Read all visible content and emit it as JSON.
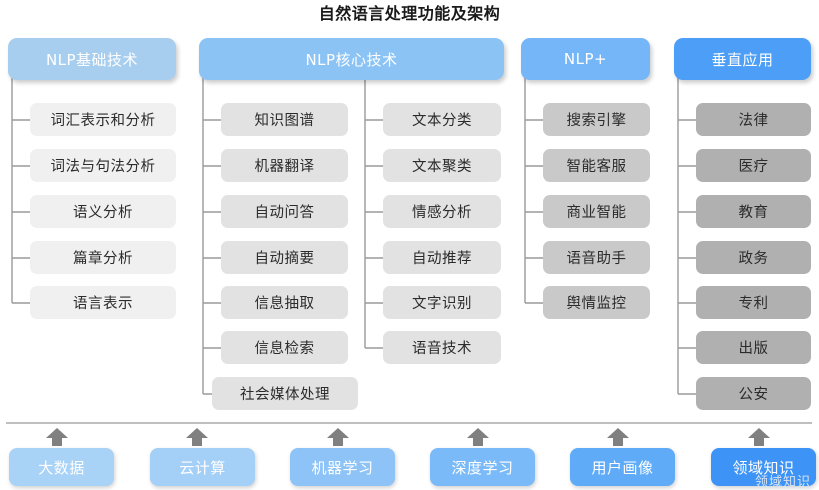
{
  "title": "自然语言处理功能及架构",
  "columns": [
    {
      "id": "nlp-basic",
      "header": "NLP基础技术",
      "header_color": "#a8ceef",
      "item_color": "#f0f0f0",
      "items": [
        "词汇表示和分析",
        "词法与句法分析",
        "语义分析",
        "篇章分析",
        "语言表示"
      ]
    },
    {
      "id": "nlp-core",
      "header": "NLP核心技术",
      "header_color": "#8cc3f5",
      "item_color": "#e2e2e2",
      "items": [
        "知识图谱",
        "机器翻译",
        "自动问答",
        "自动摘要",
        "信息抽取",
        "信息检索",
        "社会媒体处理"
      ],
      "items_b": [
        "文本分类",
        "文本聚类",
        "情感分析",
        "自动推荐",
        "文字识别",
        "语音技术"
      ]
    },
    {
      "id": "nlp-plus",
      "header": "NLP+",
      "header_color": "#74b6f7",
      "item_color": "#c9c9c9",
      "items": [
        "搜索引擎",
        "智能客服",
        "商业智能",
        "语音助手",
        "舆情监控"
      ]
    },
    {
      "id": "vertical-apps",
      "header": "垂直应用",
      "header_color": "#4d9ef6",
      "item_color": "#b0b0b0",
      "items": [
        "法律",
        "医疗",
        "教育",
        "政务",
        "专利",
        "出版",
        "公安"
      ]
    }
  ],
  "foundation": {
    "items": [
      {
        "label": "大数据",
        "color": "#a9d2f7"
      },
      {
        "label": "云计算",
        "color": "#a4cff7"
      },
      {
        "label": "机器学习",
        "color": "#8ec3f8"
      },
      {
        "label": "深度学习",
        "color": "#7bbaf8"
      },
      {
        "label": "用户画像",
        "color": "#5fabf7"
      },
      {
        "label": "领域知识",
        "color": "#3d94f6"
      }
    ]
  },
  "watermark": "领域知识"
}
